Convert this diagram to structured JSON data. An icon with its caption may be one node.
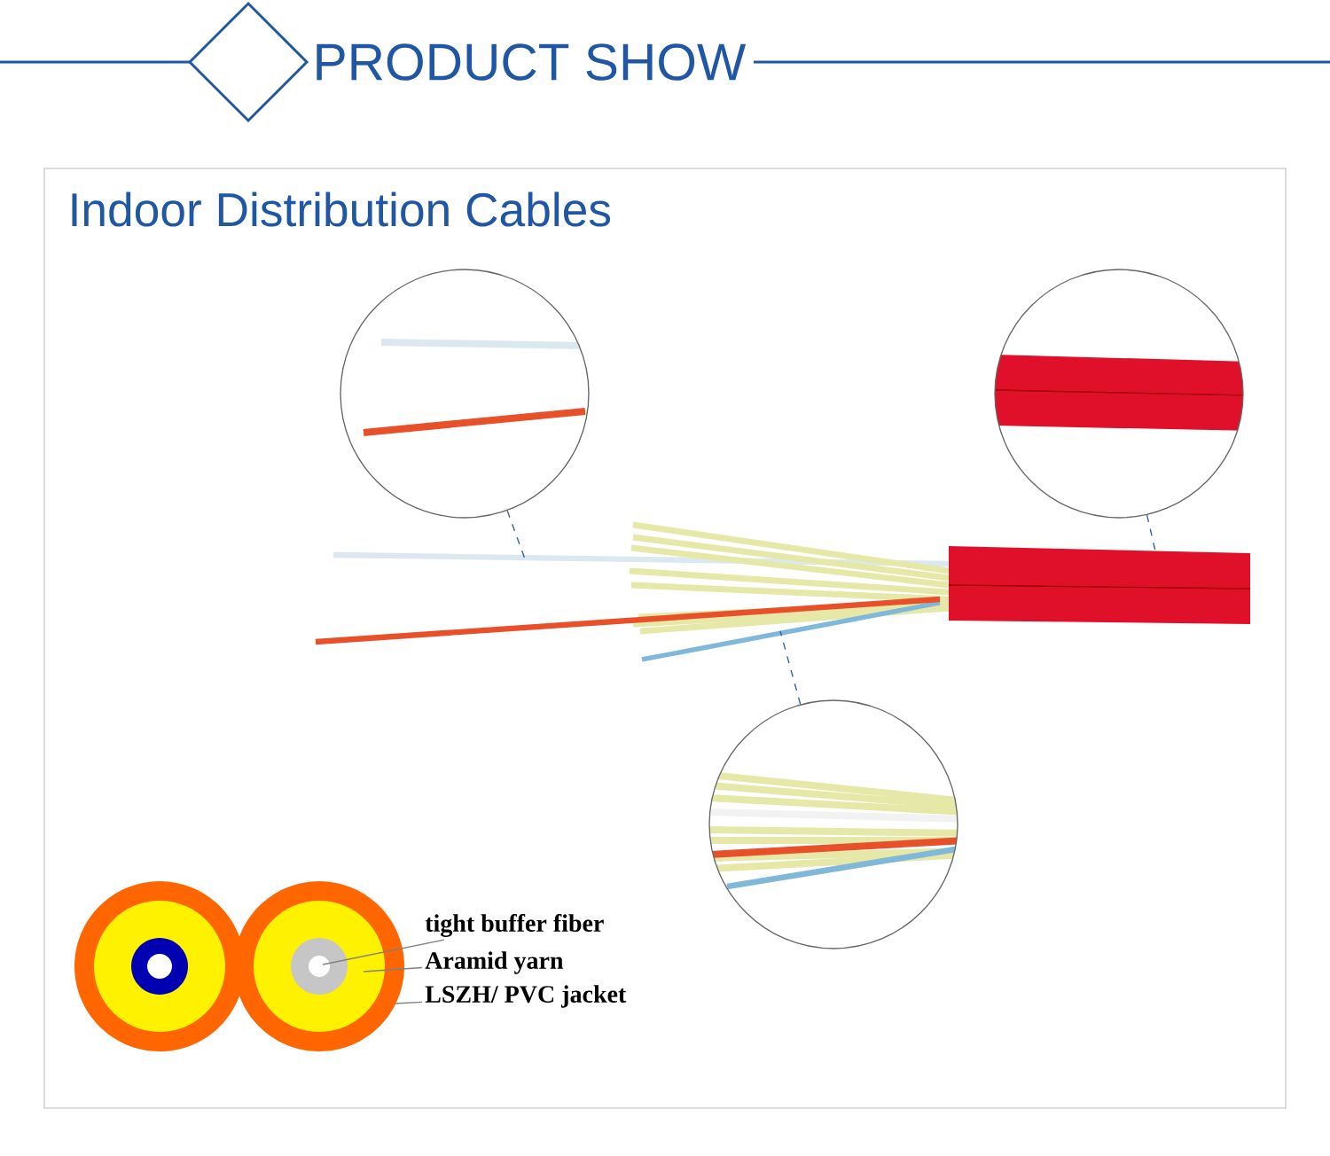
{
  "diagram": {
    "title": "PRODUCT SHOW",
    "nodes": [
      {
        "text": [],
        "shape": "circle"
      },
      {
        "text": [],
        "shape": "circle"
      },
      {
        "text": [],
        "shape": "circle"
      },
      {
        "text": [],
        "shape": "picture"
      },
      {
        "text": [
          "tight buffer fiber"
        ]
      },
      {
        "text": [
          "Aramid yarn"
        ]
      },
      {
        "text": [
          "LSZH/ PVC jacket"
        ]
      }
    ],
    "edges": [
      {
        "from": 0,
        "to": 3,
        "arrow": "none",
        "style": "dashed",
        "color": "#2a5ca8"
      },
      {
        "from": 1,
        "to": 3,
        "arrow": "none",
        "style": "dashed",
        "color": "#2a5ca8"
      },
      {
        "from": 2,
        "to": 3,
        "arrow": "none",
        "style": "dashed",
        "color": "#2a5ca8"
      },
      {
        "from": 4,
        "to": null,
        "arrow": "none"
      },
      {
        "from": 5,
        "to": null,
        "arrow": "none"
      },
      {
        "from": 6,
        "to": null,
        "arrow": "none"
      }
    ],
    "labels": [
      "Indoor Distribution Cables"
    ]
  }
}
